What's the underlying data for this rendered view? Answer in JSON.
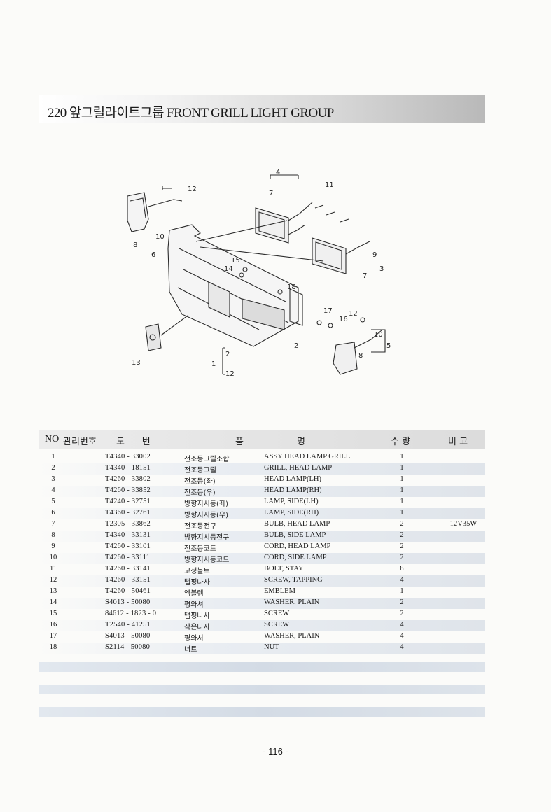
{
  "header": {
    "title": "220  앞그릴라이트그룹 FRONT GRILL LIGHT GROUP"
  },
  "diagram_labels": {
    "l1": "1",
    "l2": "2",
    "l3": "3",
    "l4": "4",
    "l5": "5",
    "l6": "6",
    "l7": "7",
    "l8": "8",
    "l9": "9",
    "l10": "10",
    "l11": "11",
    "l12": "12",
    "l13": "13",
    "l14": "14",
    "l15": "15",
    "l16": "16",
    "l17": "17",
    "l18": "18"
  },
  "table": {
    "headers": {
      "no": "NO",
      "mgmt": "관리번호",
      "drawing": "도      번",
      "item": "품",
      "name": "명",
      "qty": "수 량",
      "note": "비 고"
    },
    "rows": [
      {
        "no": "1",
        "part": "T4340 - 33002",
        "kr": "전조등그릴조합",
        "en": "ASSY HEAD LAMP GRILL",
        "qty": "1",
        "note": ""
      },
      {
        "no": "2",
        "part": "T4340 - 18151",
        "kr": "전조등그릴",
        "en": "GRILL, HEAD LAMP",
        "qty": "1",
        "note": ""
      },
      {
        "no": "3",
        "part": "T4260 - 33802",
        "kr": "전조등(좌)",
        "en": "HEAD LAMP(LH)",
        "qty": "1",
        "note": ""
      },
      {
        "no": "4",
        "part": "T4260 - 33852",
        "kr": "전조등(우)",
        "en": "HEAD LAMP(RH)",
        "qty": "1",
        "note": ""
      },
      {
        "no": "5",
        "part": "T4240 - 32751",
        "kr": "방향지시등(좌)",
        "en": "LAMP, SIDE(LH)",
        "qty": "1",
        "note": ""
      },
      {
        "no": "6",
        "part": "T4360 - 32761",
        "kr": "방향지시등(우)",
        "en": "LAMP, SIDE(RH)",
        "qty": "1",
        "note": ""
      },
      {
        "no": "7",
        "part": "T2305 - 33862",
        "kr": "전조등전구",
        "en": "BULB, HEAD LAMP",
        "qty": "2",
        "note": "12V35W"
      },
      {
        "no": "8",
        "part": "T4340 - 33131",
        "kr": "방향지시등전구",
        "en": "BULB, SIDE LAMP",
        "qty": "2",
        "note": ""
      },
      {
        "no": "9",
        "part": "T4260 - 33101",
        "kr": "전조등코드",
        "en": "CORD, HEAD LAMP",
        "qty": "2",
        "note": ""
      },
      {
        "no": "10",
        "part": "T4260 - 33111",
        "kr": "방향지시등코드",
        "en": "CORD, SIDE LAMP",
        "qty": "2",
        "note": ""
      },
      {
        "no": "11",
        "part": "T4260 - 33141",
        "kr": "고정볼트",
        "en": "BOLT, STAY",
        "qty": "8",
        "note": ""
      },
      {
        "no": "12",
        "part": "T4260 - 33151",
        "kr": "탭핑나사",
        "en": "SCREW, TAPPING",
        "qty": "4",
        "note": ""
      },
      {
        "no": "13",
        "part": "T4260 - 50461",
        "kr": "엠블렘",
        "en": "EMBLEM",
        "qty": "1",
        "note": ""
      },
      {
        "no": "14",
        "part": "S4013 - 50080",
        "kr": "평와셔",
        "en": "WASHER, PLAIN",
        "qty": "2",
        "note": ""
      },
      {
        "no": "15",
        "part": "84612 - 1823 - 0",
        "kr": "탭핑나사",
        "en": "SCREW",
        "qty": "2",
        "note": ""
      },
      {
        "no": "16",
        "part": "T2540 - 41251",
        "kr": "작은나사",
        "en": "SCREW",
        "qty": "4",
        "note": ""
      },
      {
        "no": "17",
        "part": "S4013 - 50080",
        "kr": "평와셔",
        "en": "WASHER, PLAIN",
        "qty": "4",
        "note": ""
      },
      {
        "no": "18",
        "part": "S2114 - 50080",
        "kr": "너트",
        "en": "NUT",
        "qty": "4",
        "note": ""
      }
    ]
  },
  "footer": {
    "page": "- 116 -"
  }
}
